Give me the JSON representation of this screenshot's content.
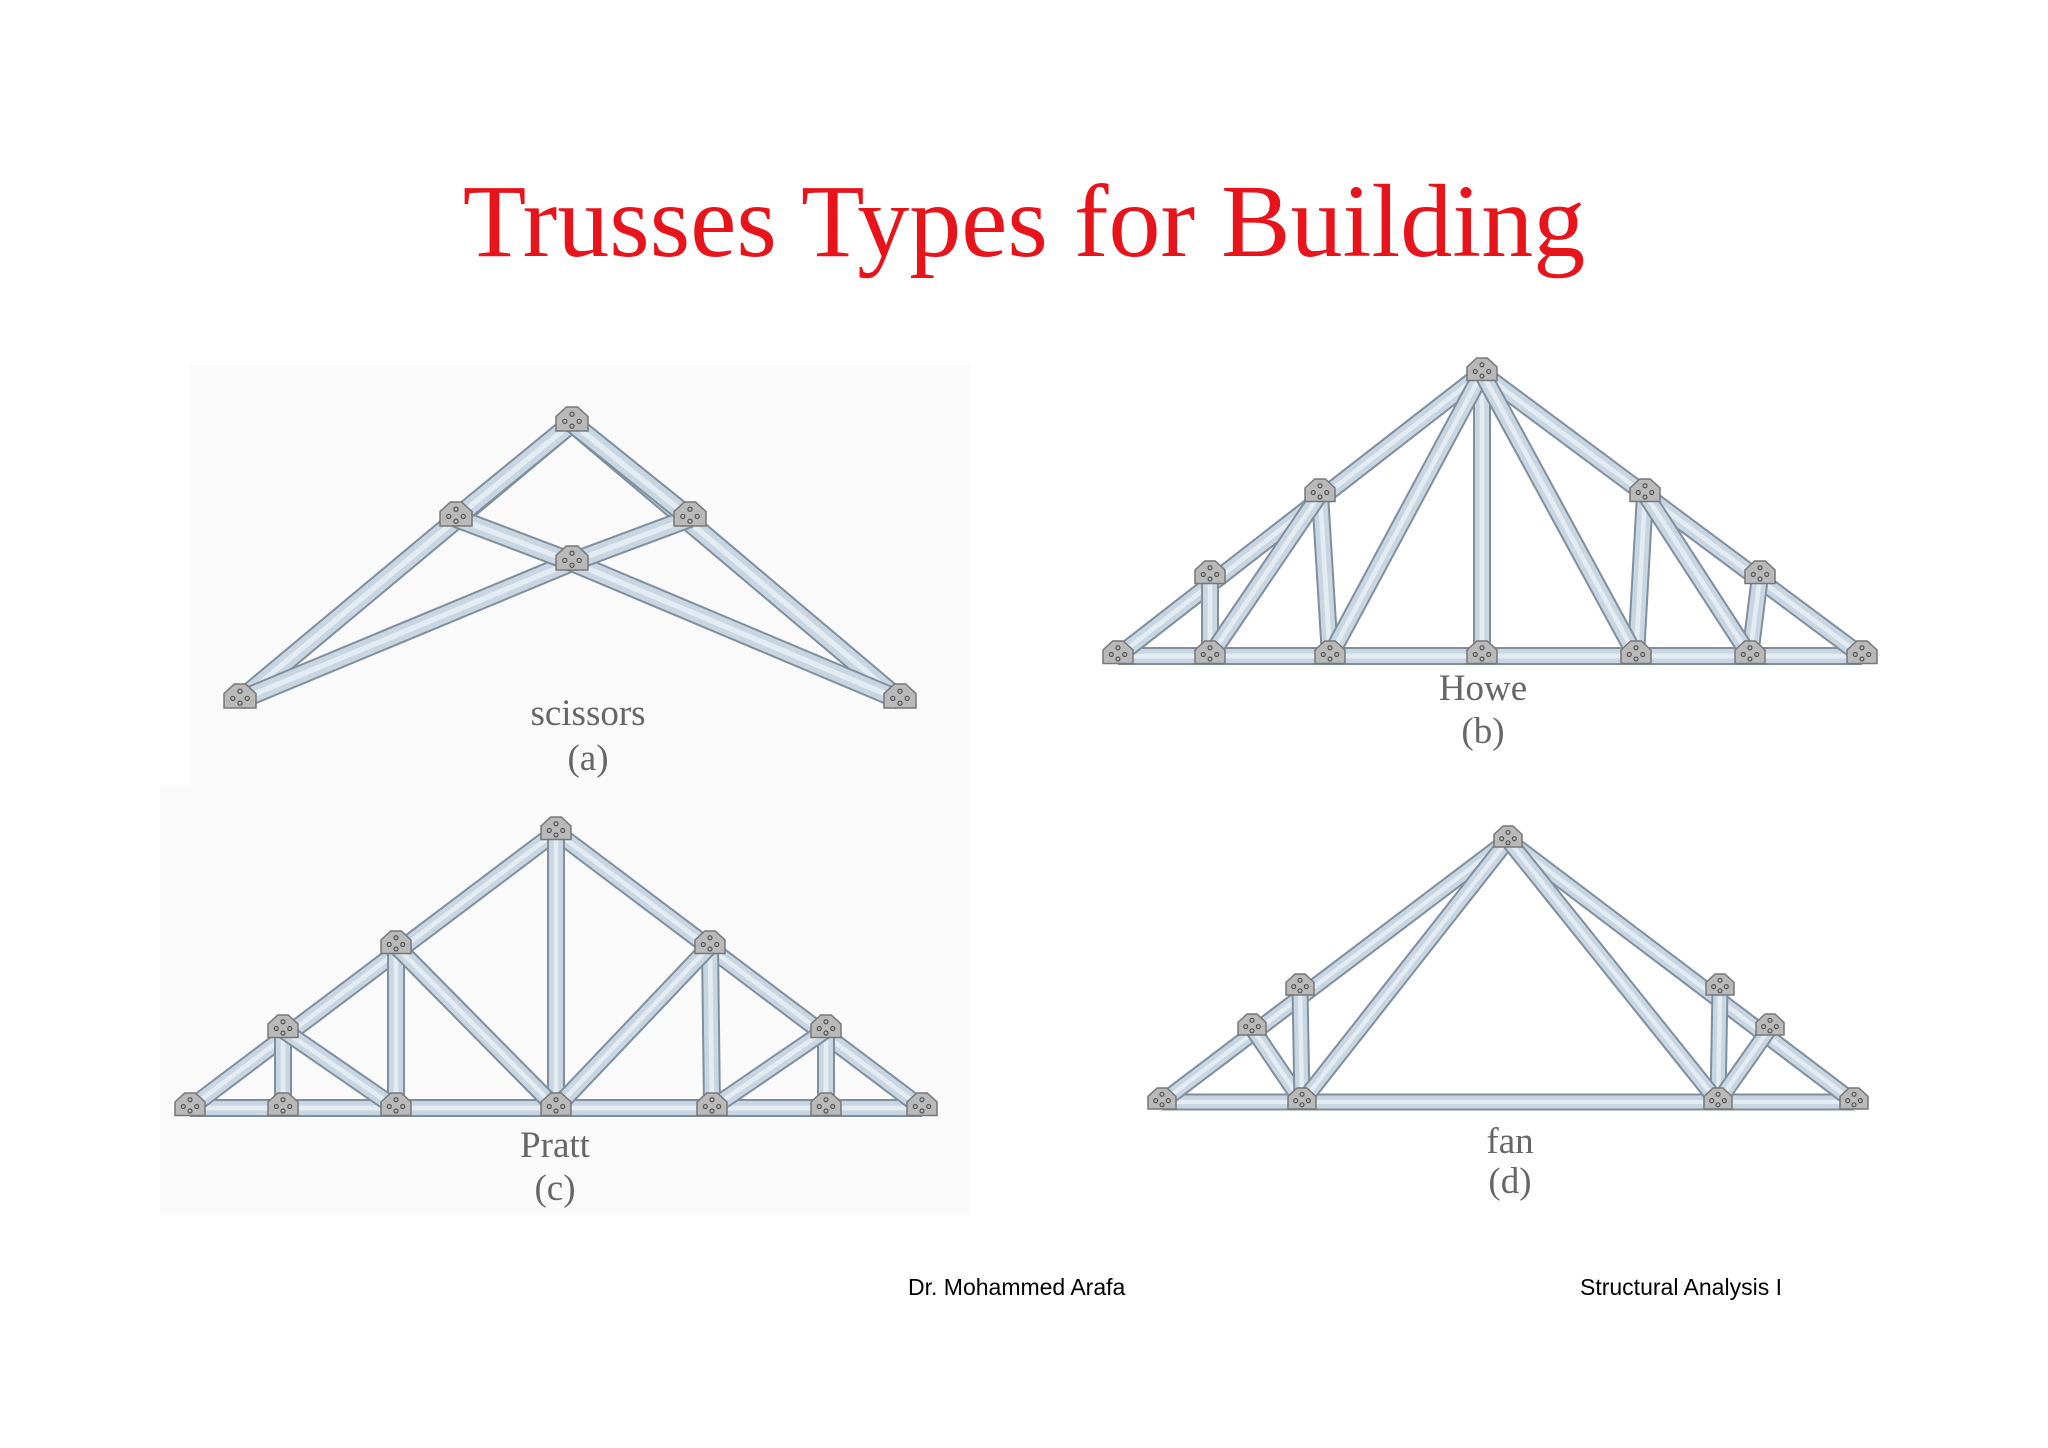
{
  "slide": {
    "title": "Trusses Types for Building"
  },
  "trusses": [
    {
      "id": "a",
      "name": "scissors",
      "letter": "(a)"
    },
    {
      "id": "b",
      "name": "Howe",
      "letter": "(b)"
    },
    {
      "id": "c",
      "name": "Pratt",
      "letter": "(c)"
    },
    {
      "id": "d",
      "name": "fan",
      "letter": "(d)"
    }
  ],
  "footer": {
    "author": "Dr. Mohammed Arafa",
    "course": "Structural Analysis I"
  },
  "colors": {
    "title": "#e8141b",
    "member_fill": "#c9d6e2",
    "member_edge": "#7f8f9e",
    "gusset_fill": "#b9b9b9",
    "label": "#666666"
  }
}
